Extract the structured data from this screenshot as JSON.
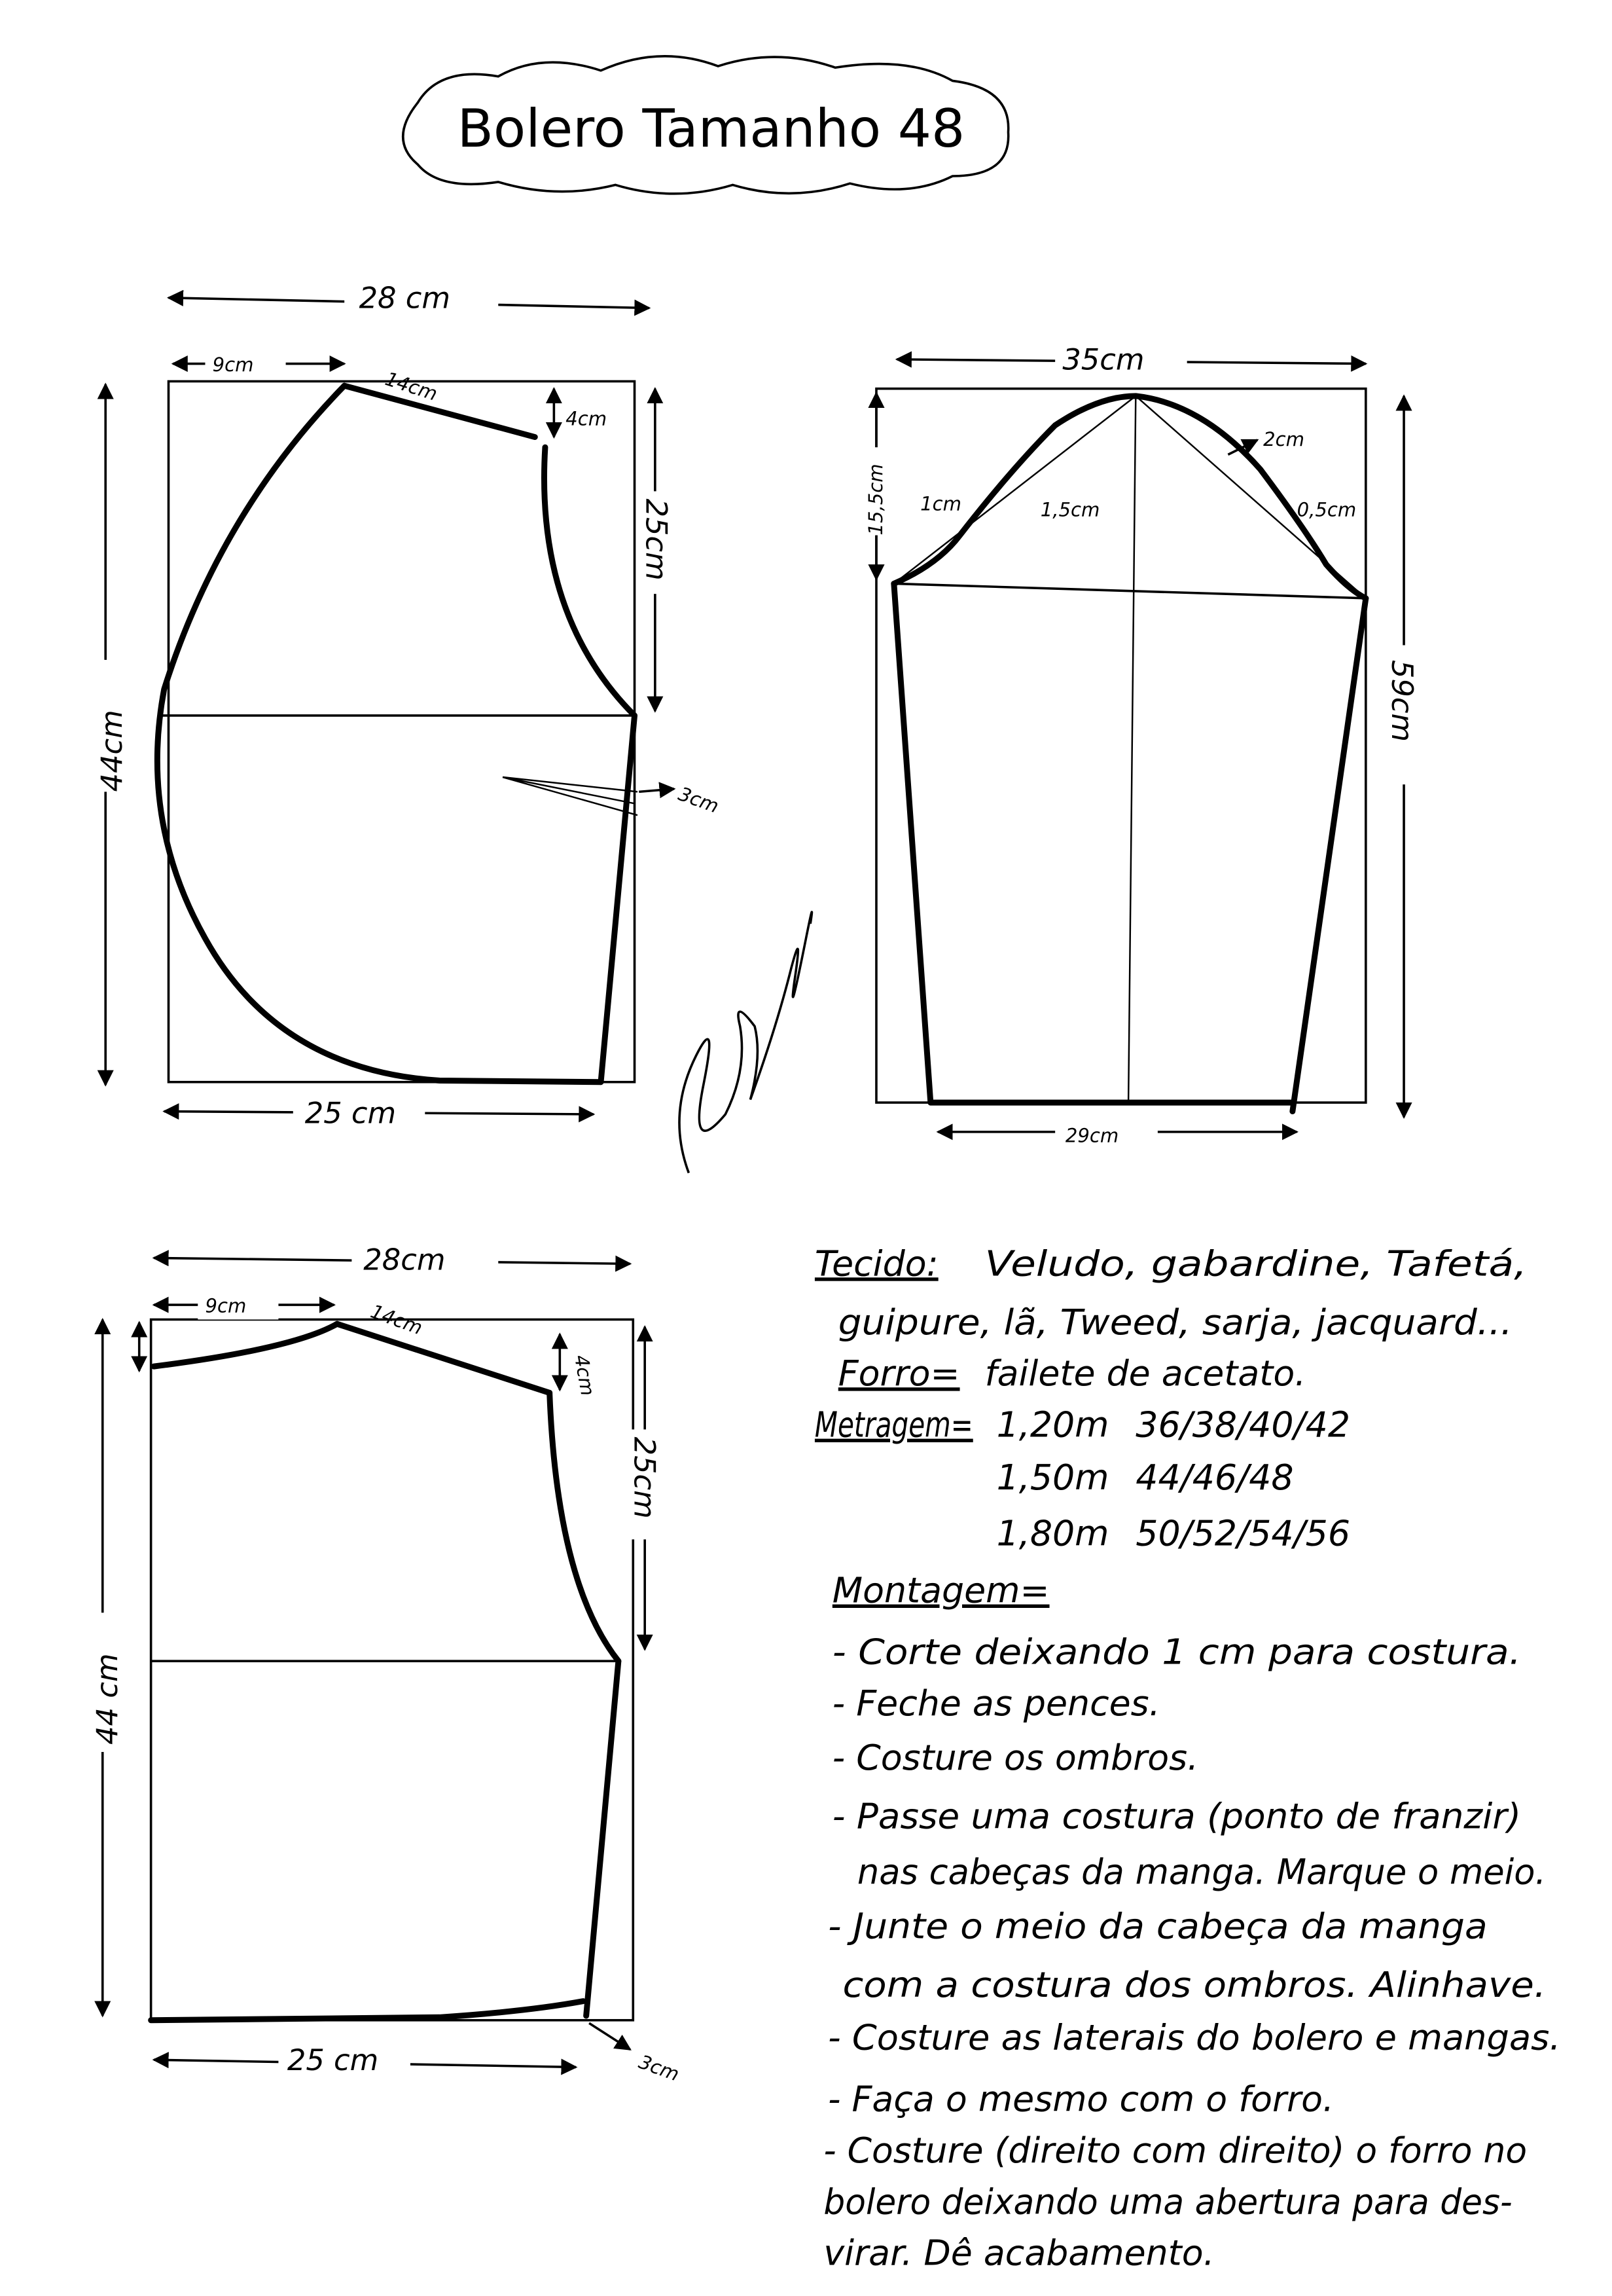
{
  "title": "Bolero Tamanho 48",
  "front": {
    "width_top": "28 cm",
    "neck_width": "9cm",
    "shoulder": "14cm",
    "shoulder_drop": "4cm",
    "armhole_height": "25cm",
    "length": "44cm",
    "dart": "3cm",
    "width_bottom": "25 cm"
  },
  "sleeve": {
    "width_top": "35cm",
    "cap_height": "15,5cm",
    "offset_1": "1cm",
    "offset_15": "1,5cm",
    "offset_2": "2cm",
    "offset_05": "0,5cm",
    "length": "59cm",
    "width_bottom": "29cm"
  },
  "back": {
    "width_top": "28cm",
    "neck_width": "9cm",
    "shoulder": "14cm",
    "shoulder_drop": "4cm",
    "armhole_height": "25cm",
    "length": "44 cm",
    "width_bottom": "25 cm",
    "side_offset": "3cm"
  },
  "signature": "Marlene Mukai",
  "materials": {
    "fabric_label": "Tecido:",
    "fabric_line1": "Veludo, gabardine, Tafetá,",
    "fabric_line2": "guipure, lã, Tweed, sarja, jacquard...",
    "lining_label": "Forro=",
    "lining": "failete de acetato.",
    "yardage_label": "Metragem=",
    "yardage": [
      {
        "amount": "1,20m",
        "sizes": "36/38/40/42"
      },
      {
        "amount": "1,50m",
        "sizes": "44/46/48"
      },
      {
        "amount": "1,80m",
        "sizes": "50/52/54/56"
      }
    ]
  },
  "assembly": {
    "label": "Montagem=",
    "lines": [
      "- Corte deixando 1 cm para costura.",
      "- Feche as pences.",
      "- Costure os ombros.",
      "- Passe uma costura (ponto de franzir)",
      "nas cabeças da manga. Marque o meio.",
      "- Junte o meio da cabeça da manga",
      "com a costura dos ombros. Alinhave.",
      "- Costure as laterais do bolero e mangas.",
      "- Faça o mesmo com o forro.",
      "- Costure (direito com direito) o forro no",
      "bolero deixando uma abertura para des-",
      "virar. Dê acabamento."
    ]
  }
}
